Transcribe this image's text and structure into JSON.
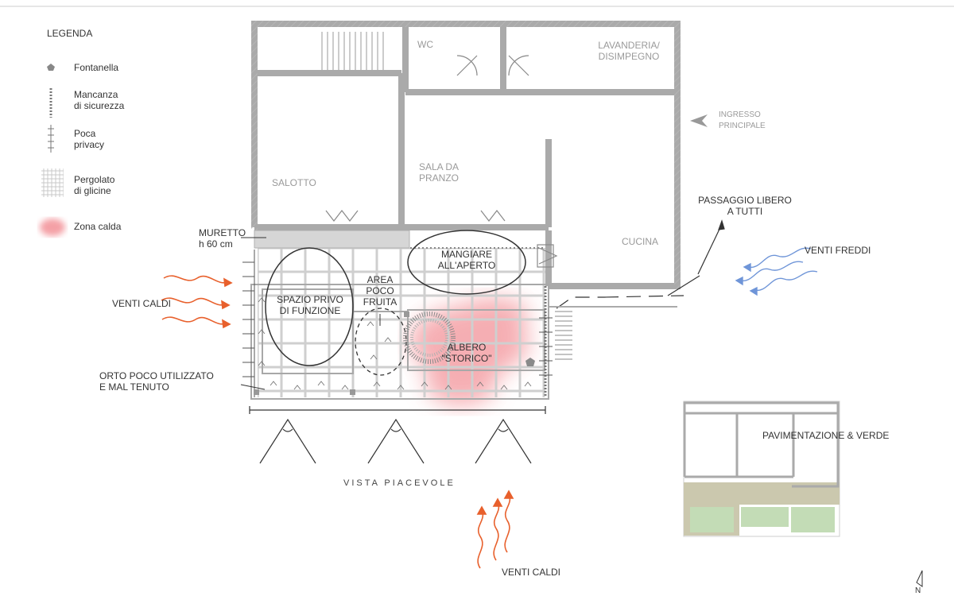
{
  "legend": {
    "title": "LEGENDA",
    "items": [
      {
        "label": "Fontanella",
        "icon": "pentagon-icon"
      },
      {
        "label": "Mancanza\ndi sicurezza",
        "icon": "dotted-line-icon"
      },
      {
        "label": "Poca\nprivacy",
        "icon": "tick-line-icon"
      },
      {
        "label": "Pergolato\ndi glicine",
        "icon": "grid-icon"
      },
      {
        "label": "Zona calda",
        "icon": "heat-blob-icon"
      }
    ]
  },
  "rooms": {
    "wc": "WC",
    "lavanderia": "LAVANDERIA/\nDISIMPEGNO",
    "salotto": "SALOTTO",
    "sala": "SALA DA\nPRANZO",
    "cucina": "CUCINA"
  },
  "labels": {
    "ingresso": "INGRESSO\nPRINCIPALE",
    "passaggio": "PASSAGGIO LIBERO\nA TUTTI",
    "venti_freddi": "VENTI FREDDI",
    "venti_caldi_left": "VENTI CALDI",
    "venti_caldi_bottom": "VENTI CALDI",
    "muretto": "MURETTO\nh 60 cm",
    "mangiare": "MANGIARE\nALL'APERTO",
    "spazio": "SPAZIO PRIVO\nDI FUNZIONE",
    "area": "AREA\nPOCO\nFRUITA",
    "albero": "ALBERO\n\"STORICO\"",
    "orto": "ORTO POCO UTILIZZATO\nE MAL TENUTO",
    "vista": "VISTA PIACEVOLE",
    "pavimentazione": "PAVIMENTAZIONE & VERDE",
    "north": "N"
  },
  "colors": {
    "wall": "#a8a8a8",
    "warm_wind": "#e8602c",
    "cold_wind": "#6f95d8",
    "heat_zone": "#f4a0a6",
    "paving": "#cbc8ae",
    "green": "#c3dcb6"
  }
}
